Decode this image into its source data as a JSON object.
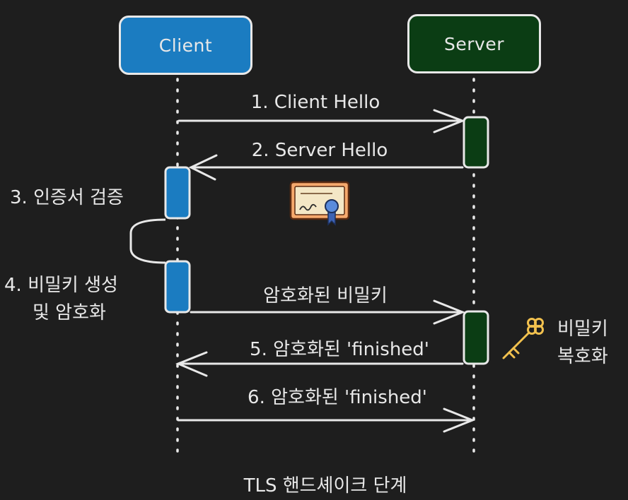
{
  "participants": {
    "client": {
      "label": "Client",
      "color": "#1b7cc1"
    },
    "server": {
      "label": "Server",
      "color": "#0b3d14"
    }
  },
  "messages": {
    "m1": "1. Client Hello",
    "m2": "2. Server Hello",
    "m4": "암호화된 비밀키",
    "m5": "5. 암호화된 'finished'",
    "m6": "6. 암호화된 'finished'"
  },
  "notes": {
    "verify": "3. 인증서 검증",
    "generate_line1": "4. 비밀키 생성",
    "generate_line2": "및 암호화",
    "decrypt_line1": "비밀키",
    "decrypt_line2": "복호화"
  },
  "icons": {
    "certificate": "certificate-icon",
    "key": "key-icon"
  },
  "caption": "TLS 핸드셰이크 단계"
}
